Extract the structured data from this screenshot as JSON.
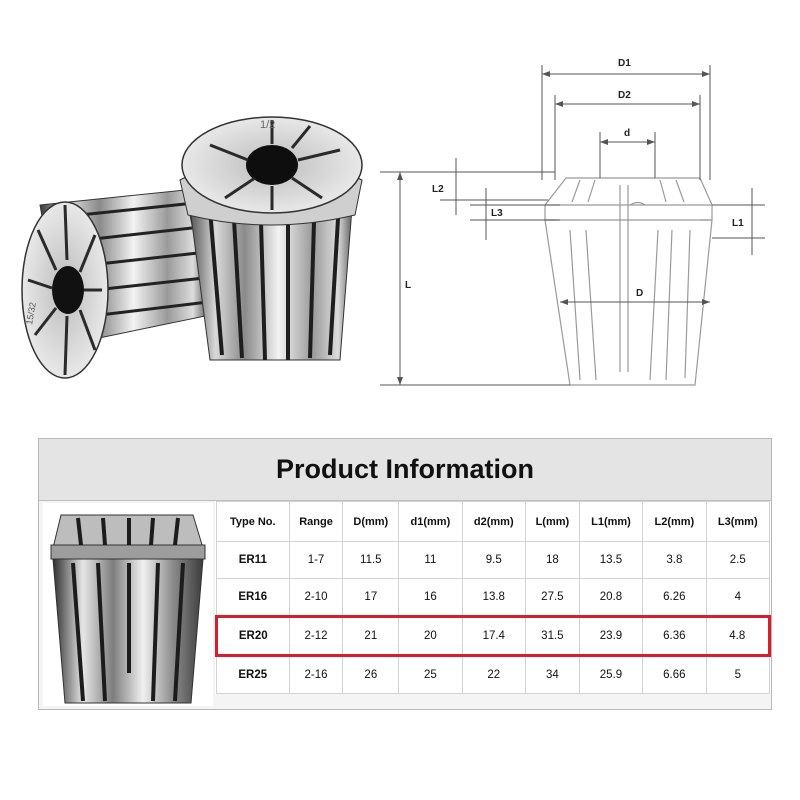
{
  "photo": {
    "collet_front_marking": "1/2",
    "collet_back_marking": "15/32"
  },
  "drawing": {
    "labels": {
      "D1": "D1",
      "D2": "D2",
      "d": "d",
      "L2": "L2",
      "L3": "L3",
      "L1": "L1",
      "L": "L",
      "D": "D"
    }
  },
  "product_info": {
    "title": "Product Information",
    "columns": [
      "Type No.",
      "Range",
      "D(mm)",
      "d1(mm)",
      "d2(mm)",
      "L(mm)",
      "L1(mm)",
      "L2(mm)",
      "L3(mm)"
    ],
    "rows": [
      [
        "ER11",
        "1-7",
        "11.5",
        "11",
        "9.5",
        "18",
        "13.5",
        "3.8",
        "2.5"
      ],
      [
        "ER16",
        "2-10",
        "17",
        "16",
        "13.8",
        "27.5",
        "20.8",
        "6.26",
        "4"
      ],
      [
        "ER20",
        "2-12",
        "21",
        "20",
        "17.4",
        "31.5",
        "23.9",
        "6.36",
        "4.8"
      ],
      [
        "ER25",
        "2-16",
        "26",
        "25",
        "22",
        "34",
        "25.9",
        "6.66",
        "5"
      ]
    ],
    "highlighted_row": "ER20",
    "highlight_color": "#d81e2a"
  }
}
